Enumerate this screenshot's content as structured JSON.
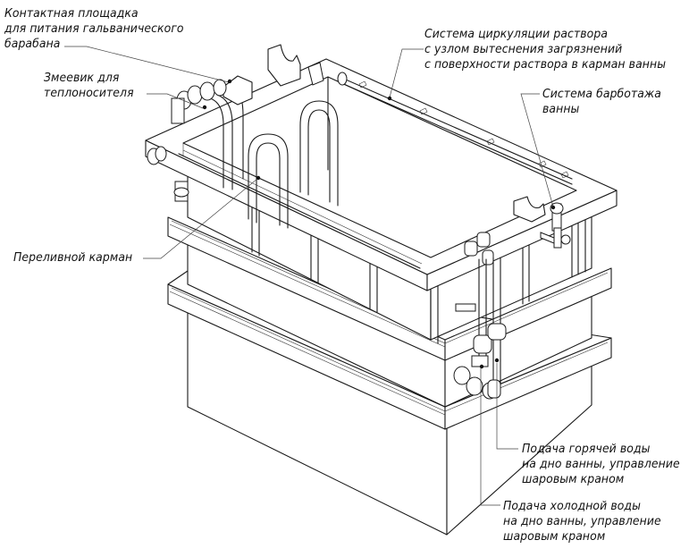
{
  "diagram": {
    "subject": "Galvanic bath (isometric view) with equipment callouts",
    "callouts": [
      {
        "id": "contact-pad",
        "lines": [
          "Контактная площадка",
          "для питания гальванического",
          "барабана"
        ]
      },
      {
        "id": "heating-coil",
        "lines": [
          "Змеевик для",
          "теплоносителя"
        ]
      },
      {
        "id": "circulation-system",
        "lines": [
          "Система циркуляции раствора",
          "с узлом вытеснения загрязнений",
          "с поверхности раствора в карман ванны"
        ]
      },
      {
        "id": "bubbling-system",
        "lines": [
          "Система барботажа",
          "ванны"
        ]
      },
      {
        "id": "overflow-pocket",
        "lines": [
          "Переливной карман"
        ]
      },
      {
        "id": "hot-water-supply",
        "lines": [
          "Подача горячей воды",
          "на дно ванны, управление",
          "шаровым краном"
        ]
      },
      {
        "id": "cold-water-supply",
        "lines": [
          "Подача холодной воды",
          "на дно ванны, управление",
          "шаровым краном"
        ]
      }
    ]
  }
}
